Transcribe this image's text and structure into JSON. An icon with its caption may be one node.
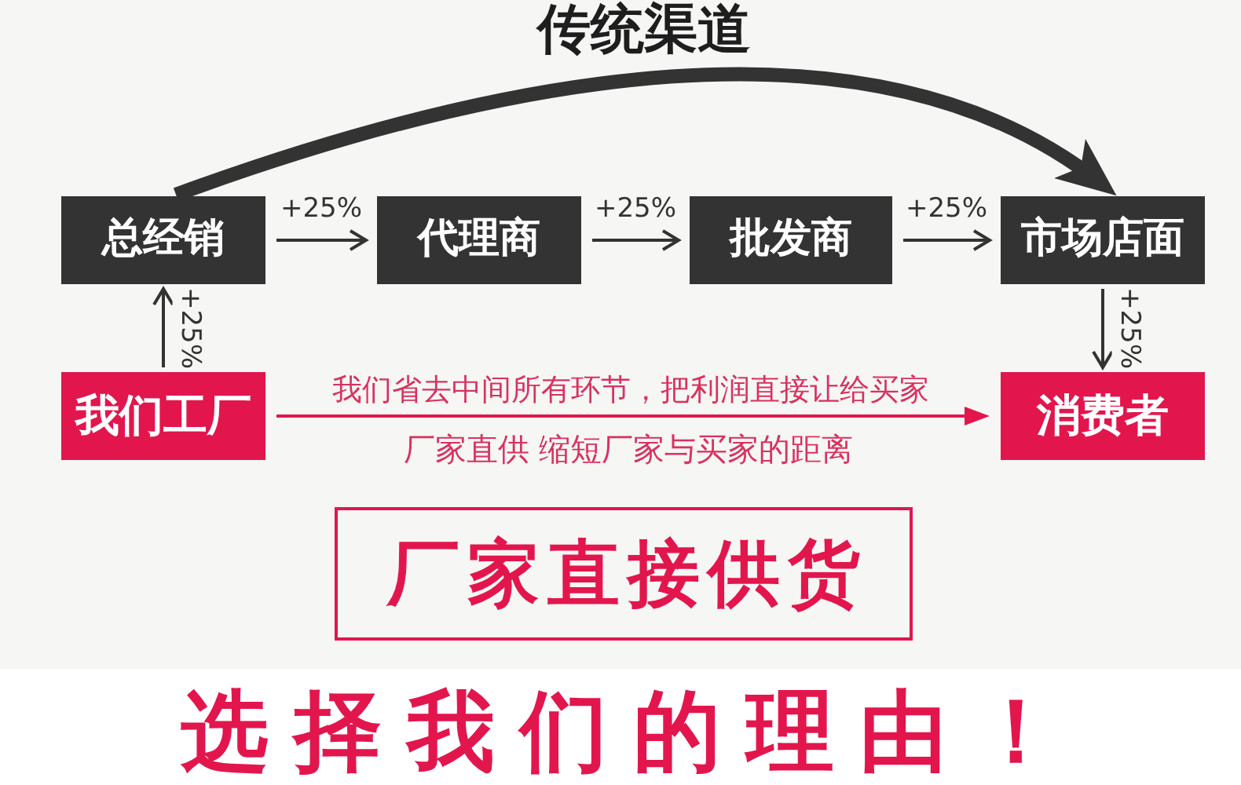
{
  "diagram": {
    "title": "传统渠道",
    "nodes": [
      {
        "text": [
          "总经销"
        ]
      },
      {
        "text": [
          "代理商"
        ]
      },
      {
        "text": [
          "批发商"
        ]
      },
      {
        "text": [
          "市场店面"
        ]
      },
      {
        "text": [
          "我们工厂"
        ]
      },
      {
        "text": [
          "消费者"
        ]
      },
      {
        "text": [
          "厂家直接供货"
        ]
      }
    ],
    "edges": [
      {
        "from": 0,
        "to": 1,
        "arrow": "to",
        "label": "+25%"
      },
      {
        "from": 1,
        "to": 2,
        "arrow": "to",
        "label": "+25%"
      },
      {
        "from": 2,
        "to": 3,
        "arrow": "to",
        "label": "+25%"
      },
      {
        "from": 4,
        "to": 0,
        "arrow": "to",
        "label": "+25%"
      },
      {
        "from": 3,
        "to": 5,
        "arrow": "to",
        "label": "+25%"
      },
      {
        "from": 4,
        "to": 5,
        "arrow": "to",
        "label": "我们省去中间所有环节，把利润直接让给买家",
        "color": "#e2164d"
      },
      {
        "from": 0,
        "to": 3,
        "arrow": "to",
        "style": "thick"
      }
    ],
    "labels": [
      "厂家直供 缩短厂家与买家的距离",
      "选择我们的理由！"
    ]
  }
}
